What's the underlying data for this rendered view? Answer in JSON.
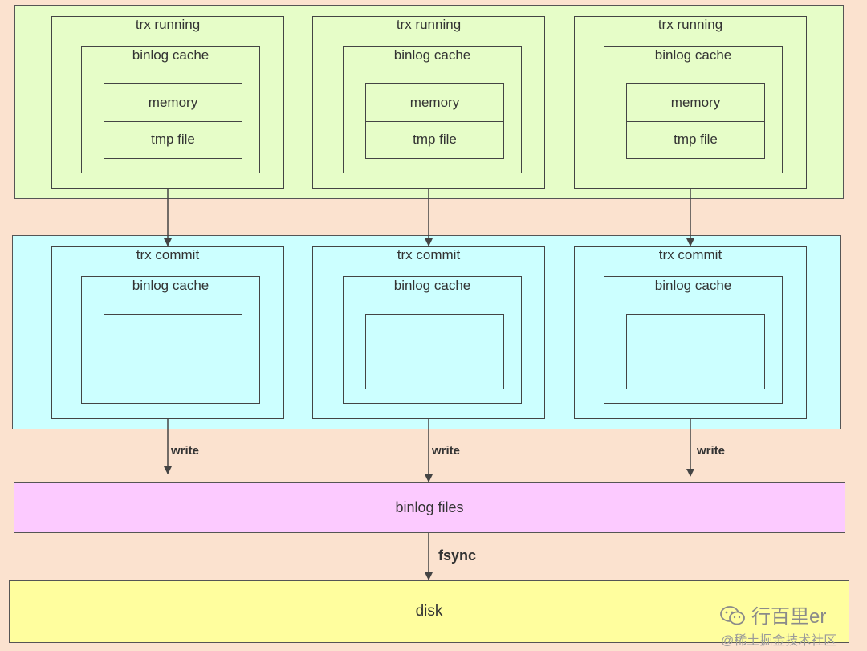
{
  "colors": {
    "background": "#fbe2cf",
    "running_panel": "#e6fdc8",
    "commit_panel": "#ccffff",
    "binlog_files": "#fccaff",
    "disk": "#fffe9e"
  },
  "running": {
    "columns": [
      {
        "title": "trx running",
        "cache_label": "binlog cache",
        "top_cell": "memory",
        "bottom_cell": "tmp file"
      },
      {
        "title": "trx running",
        "cache_label": "binlog cache",
        "top_cell": "memory",
        "bottom_cell": "tmp file"
      },
      {
        "title": "trx running",
        "cache_label": "binlog cache",
        "top_cell": "memory",
        "bottom_cell": "tmp file"
      }
    ]
  },
  "commit": {
    "columns": [
      {
        "title": "trx commit",
        "cache_label": "binlog cache"
      },
      {
        "title": "trx commit",
        "cache_label": "binlog cache"
      },
      {
        "title": "trx commit",
        "cache_label": "binlog cache"
      }
    ]
  },
  "edges": {
    "write_label": "write",
    "fsync_label": "fsync"
  },
  "binlog_files": {
    "label": "binlog files"
  },
  "disk": {
    "label": "disk"
  },
  "watermark": {
    "line1": "行百里er",
    "line2": "@稀土掘金技术社区",
    "icon": "wechat-icon"
  }
}
